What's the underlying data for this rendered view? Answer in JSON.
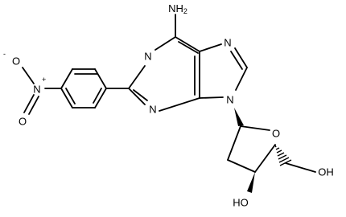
{
  "molecule": {
    "atoms": {
      "nh2": "NH",
      "nh2_sub": "2",
      "n1": "N",
      "n3": "N",
      "n7": "N",
      "n9": "N",
      "ring_o": "O",
      "oh_right": "OH",
      "oh_bottom": "HO",
      "nitro_n": "N",
      "nitro_n_charge": "+",
      "nitro_o_minus": "O",
      "nitro_o_minus_charge": "-",
      "nitro_o": "O"
    }
  }
}
